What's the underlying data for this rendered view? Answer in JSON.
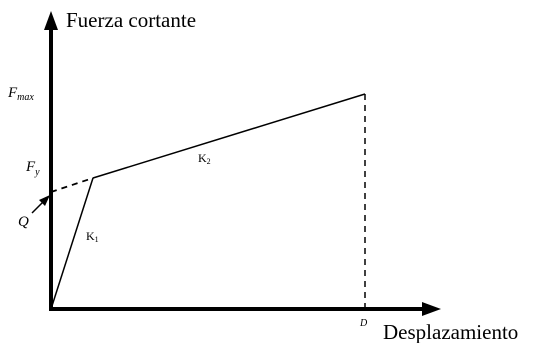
{
  "diagram": {
    "y_axis_label": "Fuerza cortante",
    "x_axis_label": "Desplazamiento",
    "fmax_main": "F",
    "fmax_sub": "max",
    "fy_main": "F",
    "fy_sub": "y",
    "q_label": "Q",
    "k1_main": "K",
    "k1_sub": "1",
    "k2_main": "K",
    "k2_sub": "2",
    "d_label": "D",
    "line_color": "#000000",
    "background_color": "#ffffff"
  }
}
